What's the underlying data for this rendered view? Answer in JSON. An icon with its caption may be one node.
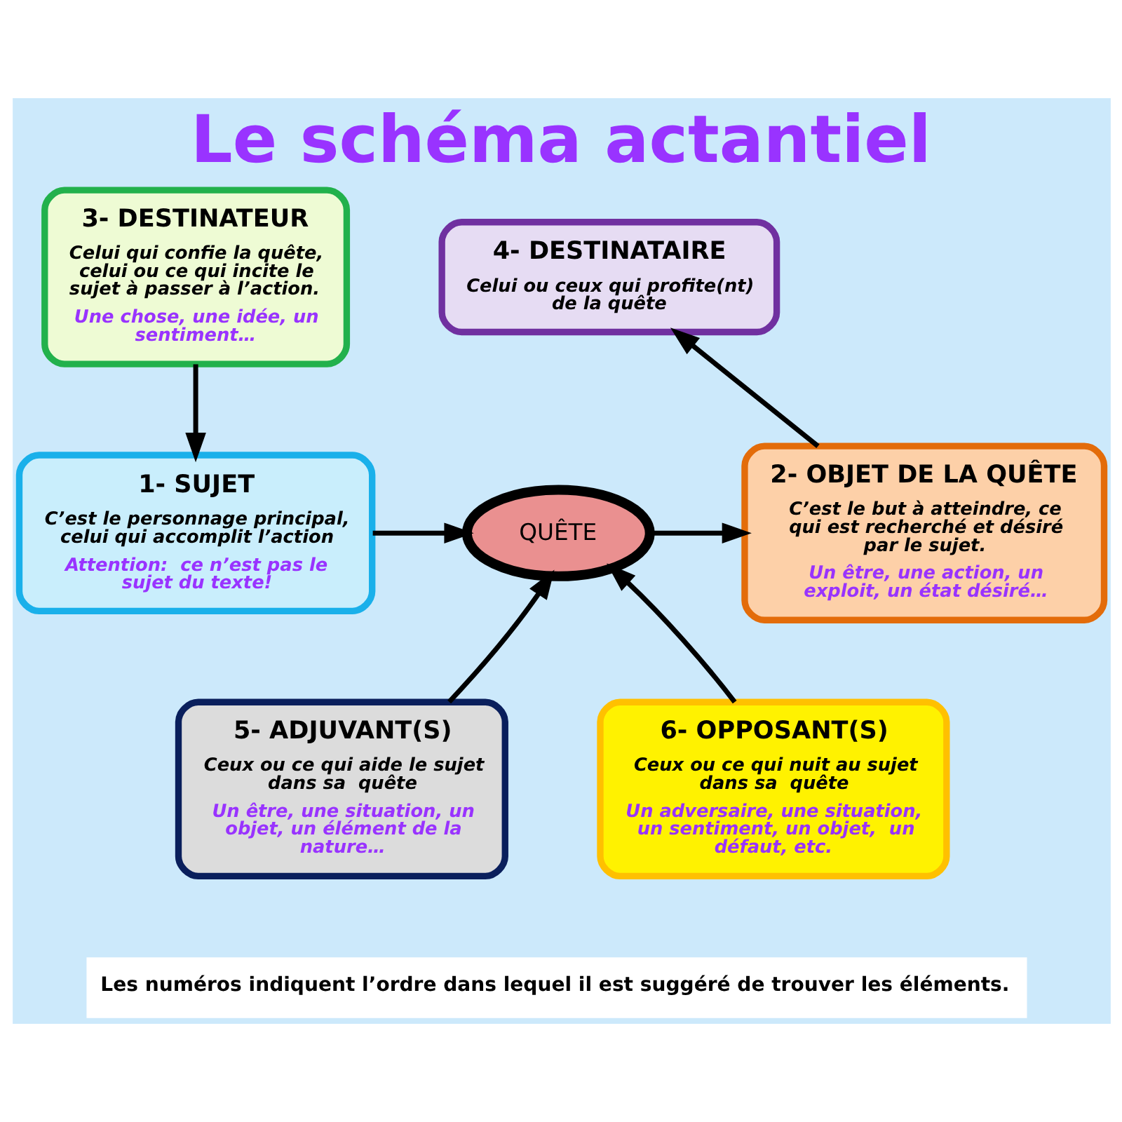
{
  "diagram": {
    "title": "Le schéma actantiel",
    "caption": "Les numéros indiquent l’ordre dans lequel il est suggéré de trouver les éléments.",
    "nodes": [
      {
        "text": [
          "3- DESTINATEUR",
          "Celui qui confie la quête, celui ou ce qui incite le sujet à passer à l’action.",
          "Une chose, une idée, un sentiment…"
        ]
      },
      {
        "text": [
          "4- DESTINATAIRE",
          "Celui ou ceux qui profite(nt) de la quête"
        ]
      },
      {
        "text": [
          "1- SUJET",
          "C’est le personnage principal, celui qui accomplit l’action",
          "Attention:  ce n’est pas le sujet du texte!"
        ]
      },
      {
        "text": [
          "QUÊTE"
        ]
      },
      {
        "text": [
          "2- OBJET DE LA QUÊTE",
          "C’est le but à atteindre, ce qui est recherché et désiré par le sujet.",
          "Un être, une action, un exploit, un état désiré…"
        ]
      },
      {
        "text": [
          "5- ADJUVANT(S)",
          "Ceux ou ce qui aide le sujet dans sa  quête",
          "Un être, une situation, un objet, un élément de la nature…"
        ]
      },
      {
        "text": [
          "6- OPPOSANT(S)",
          "Ceux ou ce qui nuit au sujet dans sa  quête",
          "Un adversaire, une situation, un sentiment, un objet,  un défaut, etc."
        ]
      }
    ],
    "edges": [
      {
        "from": 0,
        "to": 2,
        "arrow": "to"
      },
      {
        "from": 2,
        "to": 3,
        "arrow": "to"
      },
      {
        "from": 3,
        "to": 4,
        "arrow": "to"
      },
      {
        "from": 4,
        "to": 1,
        "arrow": "to"
      },
      {
        "from": 5,
        "to": 3,
        "arrow": "to"
      },
      {
        "from": 6,
        "to": 3,
        "arrow": "to"
      }
    ]
  }
}
